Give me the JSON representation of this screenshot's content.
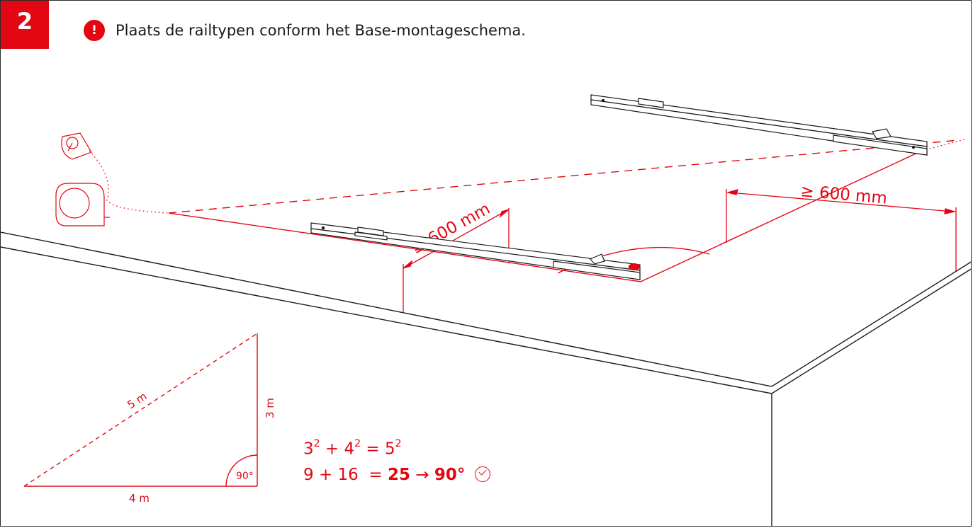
{
  "header": {
    "step_number": "2",
    "warning_symbol": "!",
    "instruction": "Plaats de railtypen conform het Base-montageschema."
  },
  "dimensions": {
    "spacing_front": "≥ 600 mm",
    "spacing_back": "≥ 600 mm"
  },
  "triangle": {
    "hypotenuse": "5 m",
    "vertical_side": "3 m",
    "base": "4 m",
    "right_angle": "90°"
  },
  "formula": {
    "a": "3",
    "b": "4",
    "c": "5",
    "exp": "2",
    "plus": "+",
    "equals": "=",
    "line2_left": "9 + 16  =",
    "result": "25",
    "arrow": "→",
    "angle": "90°"
  },
  "icons": {
    "warning": "warning-icon",
    "chalk_line": "chalk-line-icon",
    "tape_measure": "tape-measure-icon",
    "check": "check-circle-icon"
  },
  "colors": {
    "accent": "#e30613",
    "line": "#1a1a1a"
  }
}
